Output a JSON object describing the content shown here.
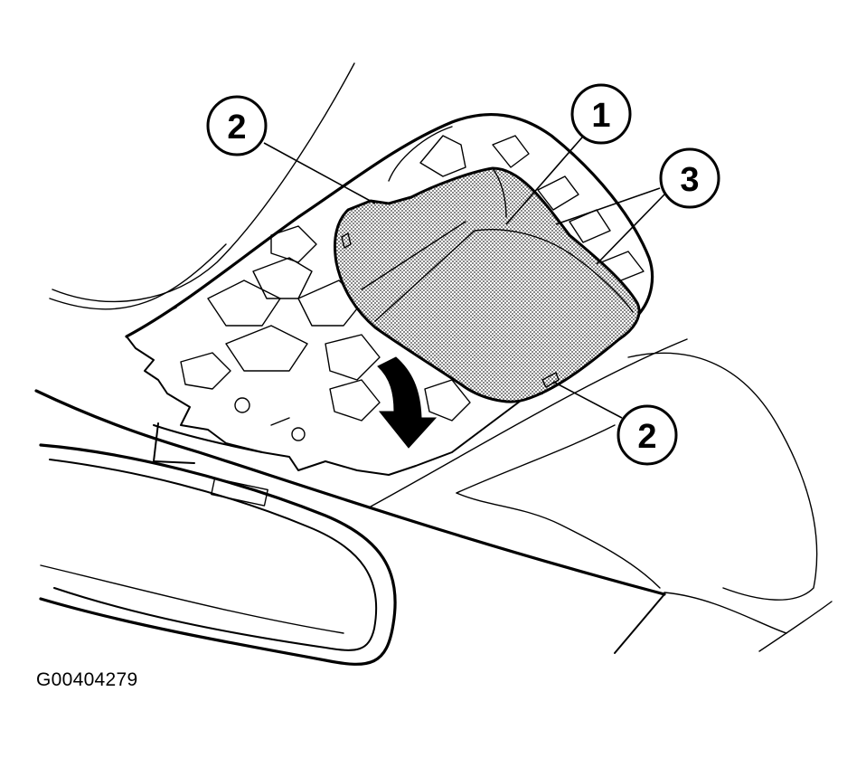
{
  "figure": {
    "callouts": [
      {
        "id": "callout-1",
        "label": "1"
      },
      {
        "id": "callout-2-top",
        "label": "2"
      },
      {
        "id": "callout-3",
        "label": "3"
      },
      {
        "id": "callout-2-bottom",
        "label": "2"
      }
    ],
    "code": "G00404279"
  },
  "colors": {
    "line": "#000000",
    "background": "#ffffff",
    "panel_fill": "#bfbfbf"
  }
}
